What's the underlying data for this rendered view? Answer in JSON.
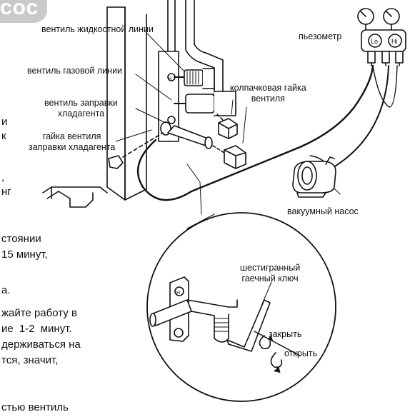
{
  "header_tab": {
    "text": "сос"
  },
  "labels": {
    "liquid_valve": "вентиль жидкостной линии",
    "gas_valve": "вентиль газовой линии",
    "charge_valve": "вентиль заправки\nхладагента",
    "charge_nut": "гайка вентиля\nзаправки хладагента",
    "cap_nut": "колпачковая гайка\nвентиля",
    "gauge": "пьезометр",
    "gauge_lo": "Lo",
    "gauge_hi": "Hi",
    "vacuum_pump": "вакуумный насос",
    "hex_key": "шестигранный\nгаечный ключ",
    "close": "закрыть",
    "open": "открыть",
    "valve_mark_1": "H",
    "valve_mark_2": "H"
  },
  "body_text": {
    "line1": "и",
    "line2": "к",
    "line3": ",",
    "line4": "нг",
    "line5": "стоянии",
    "line6": "15 минут,",
    "line7": "а.",
    "line8": "жайте работу в",
    "line9": "ие   1-2   минут.",
    "line10": "держиваться на",
    "line11": "тся, значит,",
    "line12": "стью вентиль"
  }
}
